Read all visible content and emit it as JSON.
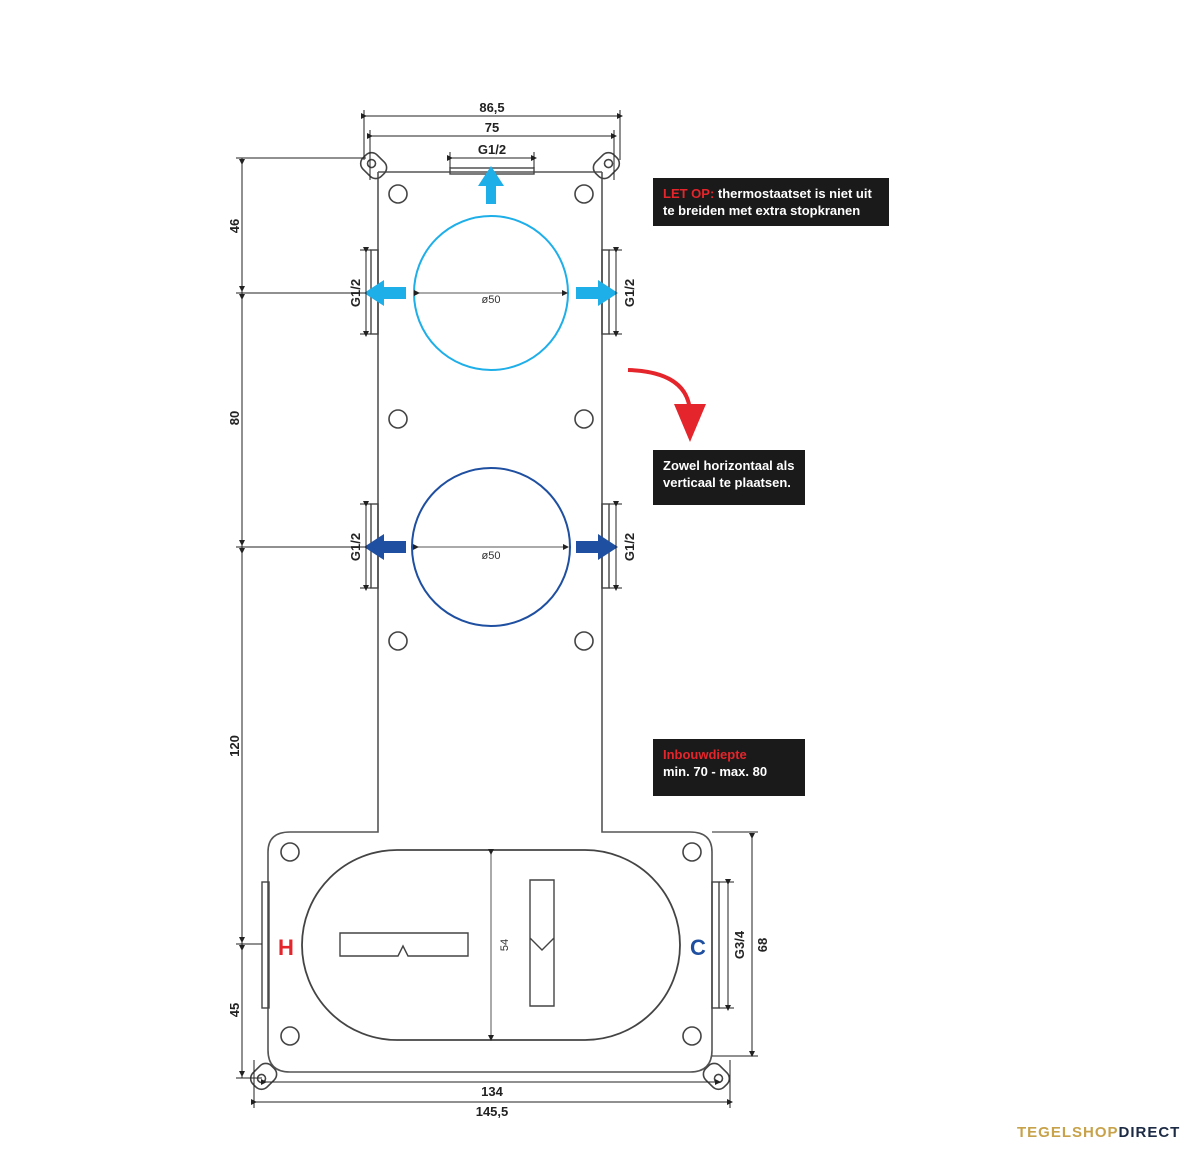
{
  "dimensions": {
    "top_outer_width": "86,5",
    "top_inner_width": "75",
    "top_outlet": "G1/2",
    "left_top_offset": "46",
    "left_spacing_1": "80",
    "left_spacing_2": "120",
    "left_bottom_offset": "45",
    "side_outlet_upper_left": "G1/2",
    "side_outlet_upper_right": "G1/2",
    "side_outlet_lower_left": "G1/2",
    "side_outlet_lower_right": "G1/2",
    "upper_circle_diameter": "ø50",
    "lower_circle_diameter": "ø50",
    "body_height": "54",
    "inlet_thread": "G3/4",
    "base_height": "68",
    "base_inner_width": "134",
    "base_outer_width": "145,5"
  },
  "labels": {
    "hot": "H",
    "cold": "C"
  },
  "notes": {
    "warning_prefix": "LET OP:",
    "warning_line1_rest": "thermostaatset is niet uit",
    "warning_line2": "te breiden met extra stopkranen",
    "orientation_line1": "Zowel horizontaal als",
    "orientation_line2": "verticaal te plaatsen.",
    "depth_title": "Inbouwdiepte",
    "depth_value": "min. 70 - max. 80"
  },
  "brand": {
    "part1": "TEGELSHOP",
    "part2": "DIRECT"
  },
  "colors": {
    "light_blue": "#1eaee8",
    "dark_blue": "#1f4fa0",
    "red": "#e4252b",
    "outline": "#555555"
  }
}
